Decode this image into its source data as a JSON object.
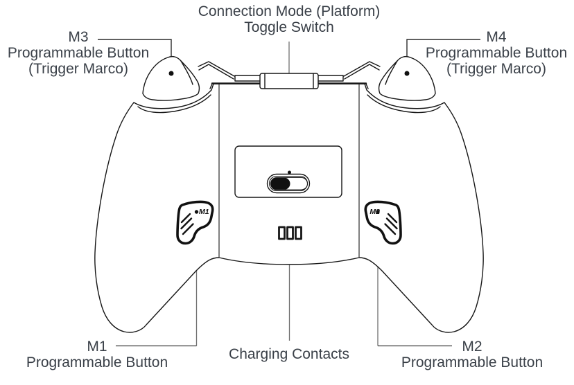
{
  "diagram": {
    "name": "controller-back-view-diagram",
    "colors": {
      "background": "#ffffff",
      "outline": "#161616",
      "label_text": "#3a4048",
      "leader_top": "#2b2b2b",
      "leader_bottom": "#6f6f6f",
      "paddle_ink": "#111111"
    },
    "labels": {
      "toggle_switch": {
        "lines": [
          "Connection Mode (Platform)",
          "Toggle Switch"
        ]
      },
      "m3": {
        "lines": [
          "M3",
          "Programmable Button",
          "(Trigger Marco)"
        ]
      },
      "m4": {
        "lines": [
          "M4",
          "Programmable Button",
          "(Trigger Marco)"
        ]
      },
      "m1": {
        "lines": [
          "M1",
          "Programmable Button"
        ]
      },
      "m2": {
        "lines": [
          "M2",
          "Programmable Button"
        ]
      },
      "charging_contacts": {
        "lines": [
          "Charging Contacts"
        ]
      }
    },
    "paddle_marks": {
      "m1": "M1",
      "m2": "M2"
    }
  }
}
